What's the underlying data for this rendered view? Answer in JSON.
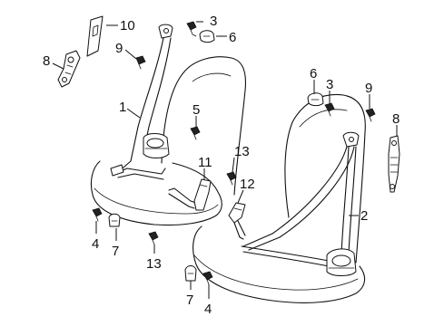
{
  "diagram": {
    "callouts": [
      {
        "id": "c10a",
        "text": "10"
      },
      {
        "id": "c3a",
        "text": "3"
      },
      {
        "id": "c6a",
        "text": "6"
      },
      {
        "id": "c8a",
        "text": "8"
      },
      {
        "id": "c9a",
        "text": "9"
      },
      {
        "id": "c1",
        "text": "1"
      },
      {
        "id": "c5",
        "text": "5"
      },
      {
        "id": "c6b",
        "text": "6"
      },
      {
        "id": "c3b",
        "text": "3"
      },
      {
        "id": "c9b",
        "text": "9"
      },
      {
        "id": "c8b",
        "text": "8"
      },
      {
        "id": "c13a",
        "text": "13"
      },
      {
        "id": "c11",
        "text": "11"
      },
      {
        "id": "c12",
        "text": "12"
      },
      {
        "id": "c2",
        "text": "2"
      },
      {
        "id": "c4a",
        "text": "4"
      },
      {
        "id": "c7a",
        "text": "7"
      },
      {
        "id": "c13b",
        "text": "13"
      },
      {
        "id": "c7b",
        "text": "7"
      },
      {
        "id": "c4b",
        "text": "4"
      }
    ]
  }
}
